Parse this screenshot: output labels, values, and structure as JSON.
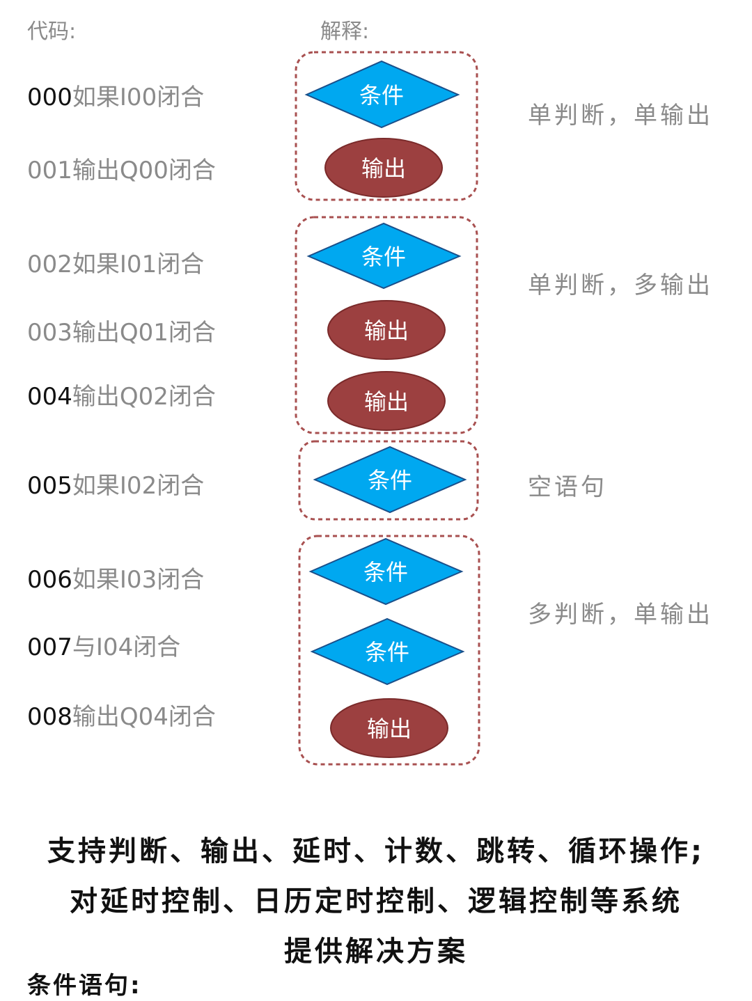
{
  "headers": {
    "code": "代码:",
    "explain": "解释:"
  },
  "code_lines": [
    {
      "num": "000",
      "text": "如果I00闭合"
    },
    {
      "num": "001",
      "text": "输出Q00闭合"
    },
    {
      "num": "002",
      "text": "如果I01闭合"
    },
    {
      "num": "003",
      "text": "输出Q01闭合"
    },
    {
      "num": "004",
      "text": "输出Q02闭合"
    },
    {
      "num": "005",
      "text": "如果I02闭合"
    },
    {
      "num": "006",
      "text": "如果I03闭合"
    },
    {
      "num": "007",
      "text": "与I04闭合"
    },
    {
      "num": "008",
      "text": "输出Q04闭合"
    }
  ],
  "shapes": {
    "condition": "条件",
    "output": "输出"
  },
  "explanations": [
    "单判断，单输出",
    "单判断，多输出",
    "空语句",
    "多判断，单输出"
  ],
  "bottom_text": [
    "支持判断、输出、延时、计数、跳转、循环操作;",
    "对延时控制、日历定时控制、逻辑控制等系统",
    "提供解决方案"
  ],
  "footer": "条件语句:",
  "colors": {
    "diamond": "#00a8f0",
    "ellipse": "#9c4040",
    "dashed_border": "#a85050"
  }
}
